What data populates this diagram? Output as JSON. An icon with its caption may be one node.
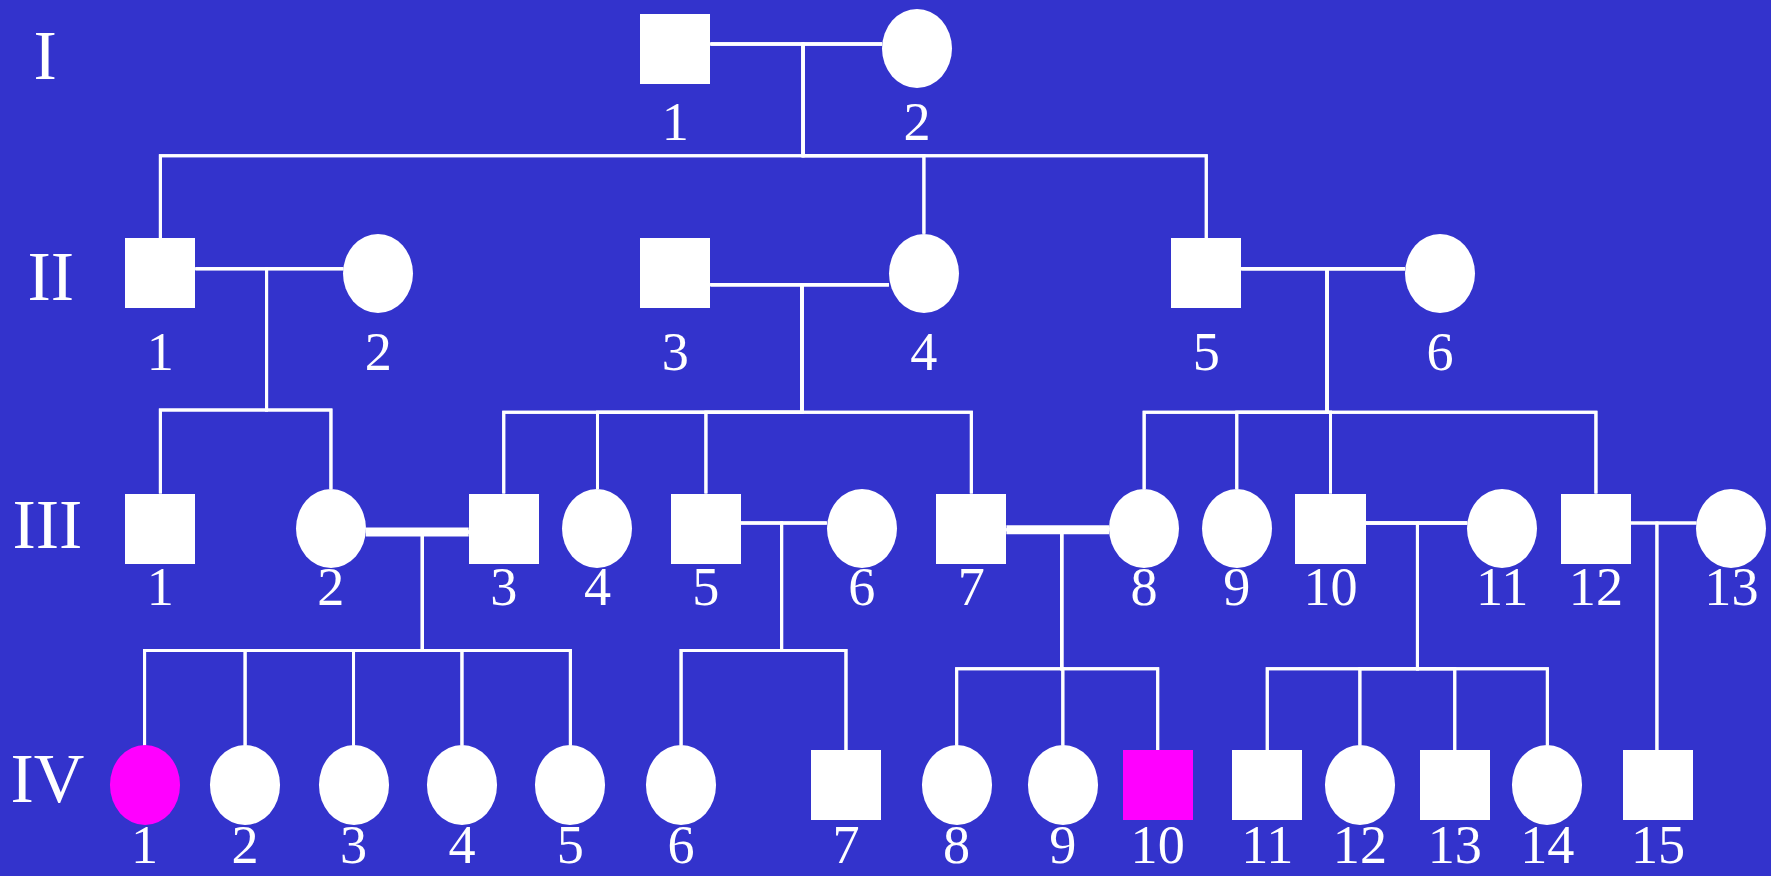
{
  "diagram": {
    "nodes": [
      {
        "text": [],
        "shape": "box",
        "beside": [
          "1"
        ]
      },
      {
        "text": [],
        "shape": "circle",
        "beside": [
          "2"
        ]
      },
      {
        "text": [],
        "shape": "box",
        "beside": [
          "1"
        ]
      },
      {
        "text": [],
        "shape": "circle",
        "beside": [
          "2"
        ]
      },
      {
        "text": [],
        "shape": "box",
        "beside": [
          "3"
        ]
      },
      {
        "text": [],
        "shape": "circle",
        "beside": [
          "4"
        ]
      },
      {
        "text": [],
        "shape": "box",
        "beside": [
          "5"
        ]
      },
      {
        "text": [],
        "shape": "circle",
        "beside": [
          "6"
        ]
      },
      {
        "text": [],
        "shape": "box",
        "beside": [
          "1"
        ]
      },
      {
        "text": [],
        "shape": "circle",
        "beside": [
          "2"
        ]
      },
      {
        "text": [],
        "shape": "box",
        "beside": [
          "3"
        ]
      },
      {
        "text": [],
        "shape": "circle",
        "beside": [
          "4"
        ]
      },
      {
        "text": [],
        "shape": "box",
        "beside": [
          "5"
        ]
      },
      {
        "text": [],
        "shape": "circle",
        "beside": [
          "6"
        ]
      },
      {
        "text": [],
        "shape": "box",
        "beside": [
          "7"
        ]
      },
      {
        "text": [],
        "shape": "circle",
        "beside": [
          "8"
        ]
      },
      {
        "text": [],
        "shape": "circle",
        "beside": [
          "9"
        ]
      },
      {
        "text": [],
        "shape": "box",
        "beside": [
          "10"
        ]
      },
      {
        "text": [],
        "shape": "circle",
        "beside": [
          "11"
        ]
      },
      {
        "text": [],
        "shape": "box",
        "beside": [
          "12"
        ]
      },
      {
        "text": [],
        "shape": "circle",
        "beside": [
          "13"
        ]
      },
      {
        "text": [],
        "shape": "circle",
        "beside": [
          "1"
        ]
      },
      {
        "text": [],
        "shape": "circle",
        "beside": [
          "2"
        ]
      },
      {
        "text": [],
        "shape": "circle",
        "beside": [
          "3"
        ]
      },
      {
        "text": [],
        "shape": "circle",
        "beside": [
          "4"
        ]
      },
      {
        "text": [],
        "shape": "circle",
        "beside": [
          "5"
        ]
      },
      {
        "text": [],
        "shape": "circle",
        "beside": [
          "6"
        ]
      },
      {
        "text": [],
        "shape": "box",
        "beside": [
          "7"
        ]
      },
      {
        "text": [],
        "shape": "circle",
        "beside": [
          "8"
        ]
      },
      {
        "text": [],
        "shape": "circle",
        "beside": [
          "9"
        ]
      },
      {
        "text": [],
        "shape": "box",
        "beside": [
          "10"
        ]
      },
      {
        "text": [],
        "shape": "box",
        "beside": [
          "11"
        ]
      },
      {
        "text": [],
        "shape": "circle",
        "beside": [
          "12"
        ]
      },
      {
        "text": [],
        "shape": "box",
        "beside": [
          "13"
        ]
      },
      {
        "text": [],
        "shape": "circle",
        "beside": [
          "14"
        ]
      },
      {
        "text": [],
        "shape": "box",
        "beside": [
          "15"
        ]
      }
    ],
    "edges": [
      {
        "from": 0,
        "to": 1,
        "arrow": "none"
      },
      {
        "from": 0,
        "to": 2,
        "arrow": "none"
      },
      {
        "from": 1,
        "to": 2,
        "arrow": "none"
      },
      {
        "from": 0,
        "to": 5,
        "arrow": "none"
      },
      {
        "from": 1,
        "to": 5,
        "arrow": "none"
      },
      {
        "from": 0,
        "to": 6,
        "arrow": "none"
      },
      {
        "from": 1,
        "to": 6,
        "arrow": "none"
      },
      {
        "from": 2,
        "to": 3,
        "arrow": "none"
      },
      {
        "from": 2,
        "to": 8,
        "arrow": "none"
      },
      {
        "from": 3,
        "to": 8,
        "arrow": "none"
      },
      {
        "from": 2,
        "to": 9,
        "arrow": "none"
      },
      {
        "from": 3,
        "to": 9,
        "arrow": "none"
      },
      {
        "from": 4,
        "to": 5,
        "arrow": "none"
      },
      {
        "from": 4,
        "to": 10,
        "arrow": "none"
      },
      {
        "from": 5,
        "to": 10,
        "arrow": "none"
      },
      {
        "from": 4,
        "to": 11,
        "arrow": "none"
      },
      {
        "from": 5,
        "to": 11,
        "arrow": "none"
      },
      {
        "from": 4,
        "to": 12,
        "arrow": "none"
      },
      {
        "from": 5,
        "to": 12,
        "arrow": "none"
      },
      {
        "from": 4,
        "to": 14,
        "arrow": "none"
      },
      {
        "from": 5,
        "to": 14,
        "arrow": "none"
      },
      {
        "from": 6,
        "to": 7,
        "arrow": "none"
      },
      {
        "from": 6,
        "to": 15,
        "arrow": "none"
      },
      {
        "from": 7,
        "to": 15,
        "arrow": "none"
      },
      {
        "from": 6,
        "to": 16,
        "arrow": "none"
      },
      {
        "from": 7,
        "to": 16,
        "arrow": "none"
      },
      {
        "from": 6,
        "to": 17,
        "arrow": "none"
      },
      {
        "from": 7,
        "to": 17,
        "arrow": "none"
      },
      {
        "from": 6,
        "to": 19,
        "arrow": "none"
      },
      {
        "from": 7,
        "to": 19,
        "arrow": "none"
      },
      {
        "from": 9,
        "to": 10,
        "arrow": "none",
        "style": "thick"
      },
      {
        "from": 9,
        "to": 21,
        "arrow": "none"
      },
      {
        "from": 10,
        "to": 21,
        "arrow": "none"
      },
      {
        "from": 9,
        "to": 22,
        "arrow": "none"
      },
      {
        "from": 10,
        "to": 22,
        "arrow": "none"
      },
      {
        "from": 9,
        "to": 23,
        "arrow": "none"
      },
      {
        "from": 10,
        "to": 23,
        "arrow": "none"
      },
      {
        "from": 9,
        "to": 24,
        "arrow": "none"
      },
      {
        "from": 10,
        "to": 24,
        "arrow": "none"
      },
      {
        "from": 9,
        "to": 25,
        "arrow": "none"
      },
      {
        "from": 10,
        "to": 25,
        "arrow": "none"
      },
      {
        "from": 12,
        "to": 13,
        "arrow": "none"
      },
      {
        "from": 12,
        "to": 26,
        "arrow": "none"
      },
      {
        "from": 13,
        "to": 26,
        "arrow": "none"
      },
      {
        "from": 12,
        "to": 27,
        "arrow": "none"
      },
      {
        "from": 13,
        "to": 27,
        "arrow": "none"
      },
      {
        "from": 14,
        "to": 15,
        "arrow": "none",
        "style": "thick"
      },
      {
        "from": 14,
        "to": 28,
        "arrow": "none"
      },
      {
        "from": 15,
        "to": 28,
        "arrow": "none"
      },
      {
        "from": 14,
        "to": 29,
        "arrow": "none"
      },
      {
        "from": 15,
        "to": 29,
        "arrow": "none"
      },
      {
        "from": 14,
        "to": 30,
        "arrow": "none"
      },
      {
        "from": 15,
        "to": 30,
        "arrow": "none"
      },
      {
        "from": 17,
        "to": 18,
        "arrow": "none"
      },
      {
        "from": 17,
        "to": 31,
        "arrow": "none"
      },
      {
        "from": 18,
        "to": 31,
        "arrow": "none"
      },
      {
        "from": 17,
        "to": 32,
        "arrow": "none"
      },
      {
        "from": 18,
        "to": 32,
        "arrow": "none"
      },
      {
        "from": 17,
        "to": 33,
        "arrow": "none"
      },
      {
        "from": 18,
        "to": 33,
        "arrow": "none"
      },
      {
        "from": 17,
        "to": 34,
        "arrow": "none"
      },
      {
        "from": 18,
        "to": 34,
        "arrow": "none"
      },
      {
        "from": 19,
        "to": 20,
        "arrow": "none"
      },
      {
        "from": 19,
        "to": 35,
        "arrow": "none"
      },
      {
        "from": 20,
        "to": 35,
        "arrow": "none"
      }
    ],
    "labels": [
      "I",
      "II",
      "III",
      "IV"
    ]
  }
}
